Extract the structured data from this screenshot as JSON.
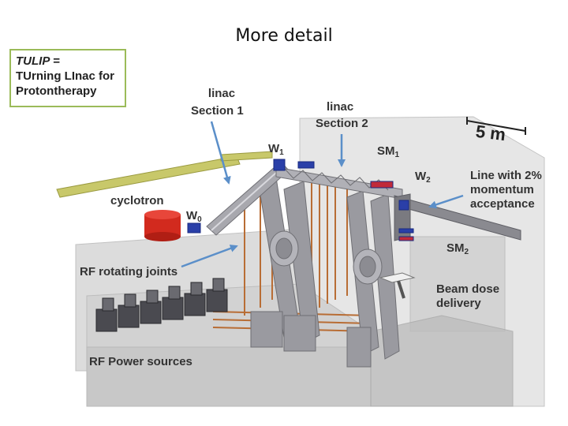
{
  "slide": {
    "title": "More detail"
  },
  "tulip_box": {
    "line1": "TULIP =",
    "line2": "TUrning LInac for",
    "line3": "Protontherapy"
  },
  "labels": {
    "linac1_a": "linac",
    "linac1_b": "Section 1",
    "linac2_a": "linac",
    "linac2_b": "Section 2",
    "scale": "5 m",
    "w1_main": "W",
    "w1_sub": "1",
    "sm1_main": "SM",
    "sm1_sub": "1",
    "w2_main": "W",
    "w2_sub": "2",
    "line_a": "Line with 2%",
    "line_b": "momentum",
    "line_c": "acceptance",
    "cyclotron": "cyclotron",
    "w0_main": "W",
    "w0_sub": "0",
    "sm2_main": "SM",
    "sm2_sub": "2",
    "rf_joints": "RF rotating joints",
    "dose_a": "Beam dose",
    "dose_b": "delivery",
    "rf_power": "RF Power sources"
  },
  "colors": {
    "box_border": "#9bbb59",
    "arrow": "#5b8fc9",
    "rail": "#c8c86a",
    "beamline": "#8a8a90",
    "magnet": "#2a3fa8",
    "cyclotron": "#d22a1e",
    "waveguide": "#b86d35",
    "wall": "#d8d8d8"
  }
}
